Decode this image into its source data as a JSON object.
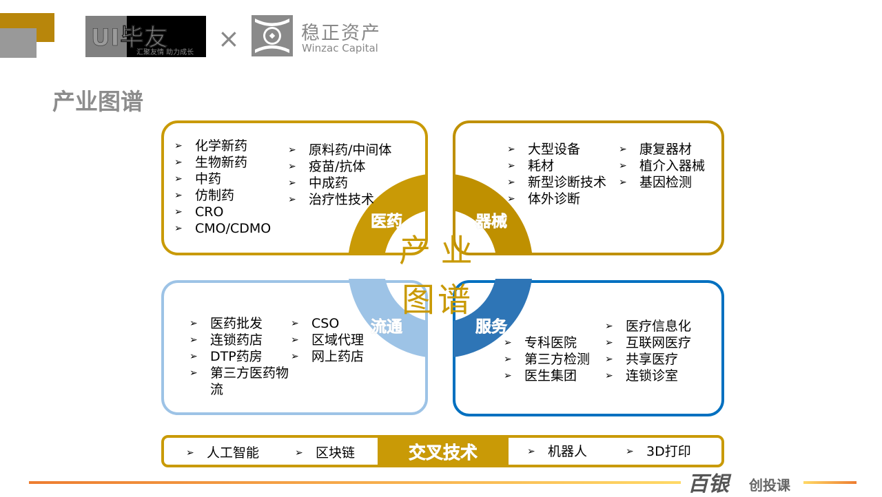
{
  "header": {
    "logo1_main": "UI毕友",
    "logo1_sub": "汇聚友情 助力成长",
    "times": "×",
    "logo2_cn": "稳正资产",
    "logo2_en": "Winzac Capital"
  },
  "title": "产业图谱",
  "center": {
    "line1": "产 业",
    "line2": "图谱"
  },
  "quadrants": {
    "pharma": {
      "label": "医药",
      "col1": [
        "化学新药",
        "生物新药",
        "中药",
        "仿制药",
        "CRO",
        "CMO/CDMO"
      ],
      "col2": [
        "原料药/中间体",
        "疫苗/抗体",
        "中成药",
        "治疗性技术"
      ]
    },
    "device": {
      "label": "器械",
      "col1": [
        "大型设备",
        "耗材",
        "新型诊断技术",
        "体外诊断"
      ],
      "col2": [
        "康复器材",
        "植介入器械",
        "基因检测"
      ]
    },
    "distribution": {
      "label": "流通",
      "col1": [
        "医药批发",
        "连锁药店",
        "DTP药房",
        "第三方医药物流"
      ],
      "col2": [
        "CSO",
        "区域代理",
        "网上药店"
      ]
    },
    "service": {
      "label": "服务",
      "col1": [
        "专科医院",
        "第三方检测",
        "医生集团"
      ],
      "col2": [
        "医疗信息化",
        "互联网医疗",
        "共享医疗",
        "连锁诊室"
      ]
    }
  },
  "cross_tech": {
    "label": "交叉技术",
    "items": [
      "人工智能",
      "区块链",
      "机器人",
      "3D打印"
    ]
  },
  "footer": {
    "brand": "百银",
    "brand_sub": "创投课"
  },
  "colors": {
    "gold": "#c99a06",
    "gold_dark": "#bf9000",
    "light_blue": "#9dc3e6",
    "blue": "#2e75b6",
    "blue_border": "#0070c0",
    "gray": "#8c8c8c"
  }
}
